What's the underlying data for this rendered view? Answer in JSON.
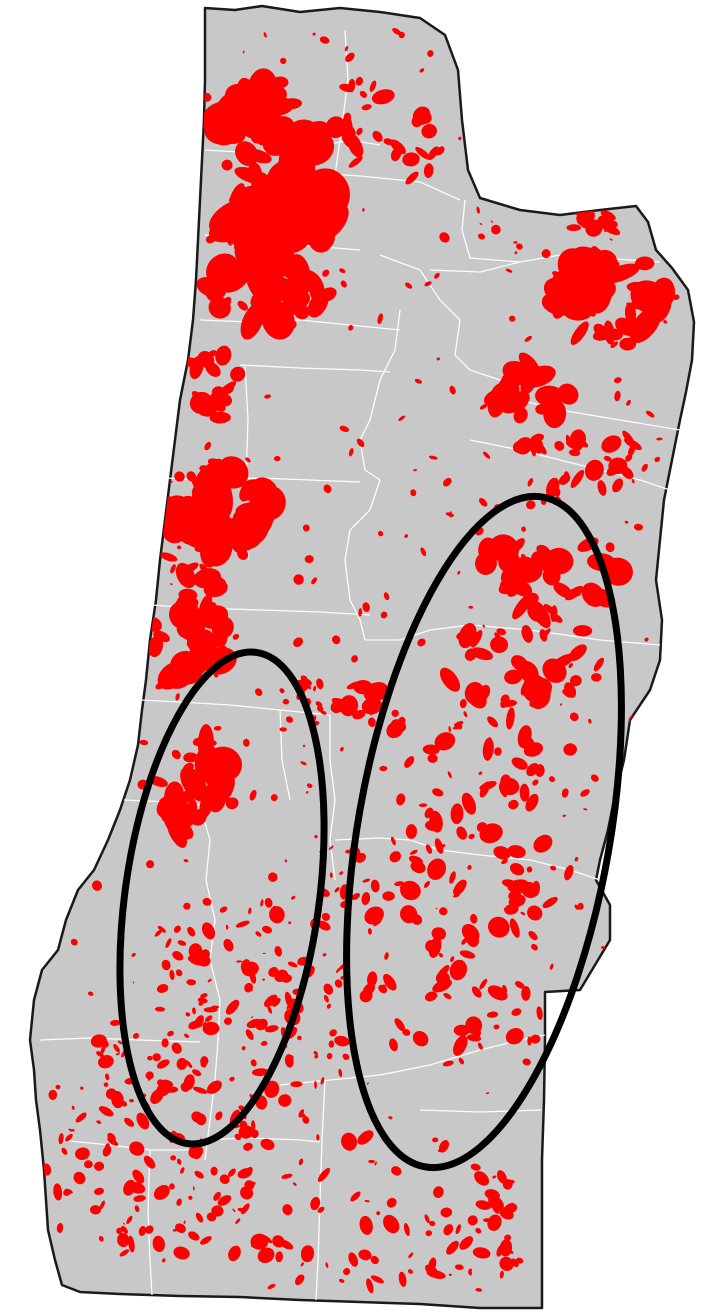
{
  "map": {
    "colors": {
      "background": "#ffffff",
      "land": "#c8c8c8",
      "border": "#1a1a1a",
      "county_lines": "#ffffff",
      "highlight": "#ff0000",
      "ellipse": "#000000"
    },
    "layers": [
      "land-outline",
      "county-boundaries",
      "red-patches",
      "ellipse-annotations"
    ],
    "annotations": [
      {
        "kind": "ellipse",
        "label": ""
      },
      {
        "kind": "ellipse",
        "label": ""
      }
    ]
  }
}
